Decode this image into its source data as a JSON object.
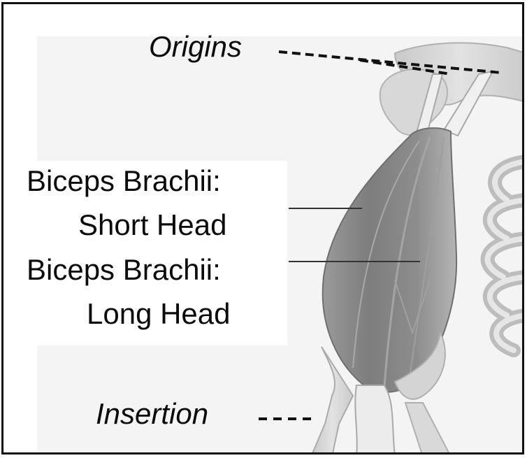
{
  "labels": {
    "origins": "Origins",
    "short_head_line1": "Biceps Brachii:",
    "short_head_line2": "Short Head",
    "long_head_line1": "Biceps Brachii:",
    "long_head_line2": "Long Head",
    "insertion": "Insertion"
  },
  "colors": {
    "frame": "#111111",
    "figure_background": "#f4f4f4",
    "bone": "#d6d6d6",
    "muscle": "#8a8a8a",
    "text": "#0b0b0b"
  }
}
